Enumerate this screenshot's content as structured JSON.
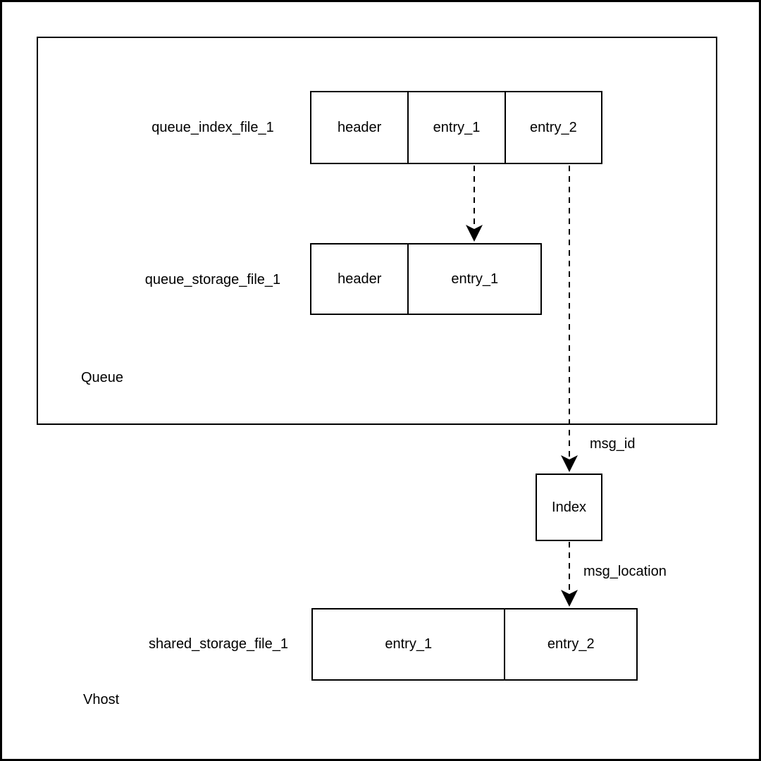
{
  "colors": {
    "stroke": "#000000",
    "background": "#ffffff",
    "text": "#000000"
  },
  "vhost": {
    "label": "Vhost",
    "queue": {
      "label": "Queue",
      "index_file": {
        "label": "queue_index_file_1",
        "cells": [
          "header",
          "entry_1",
          "entry_2"
        ]
      },
      "storage_file": {
        "label": "queue_storage_file_1",
        "cells": [
          "header",
          "entry_1"
        ]
      }
    },
    "index_box": {
      "label": "Index"
    },
    "shared_file": {
      "label": "shared_storage_file_1",
      "cells": [
        "entry_1",
        "entry_2"
      ]
    },
    "connectors": [
      {
        "name": "index-entry1-to-storage-entry1",
        "label": ""
      },
      {
        "name": "index-entry2-to-index",
        "label": "msg_id"
      },
      {
        "name": "index-to-shared-entry2",
        "label": "msg_location"
      }
    ]
  }
}
